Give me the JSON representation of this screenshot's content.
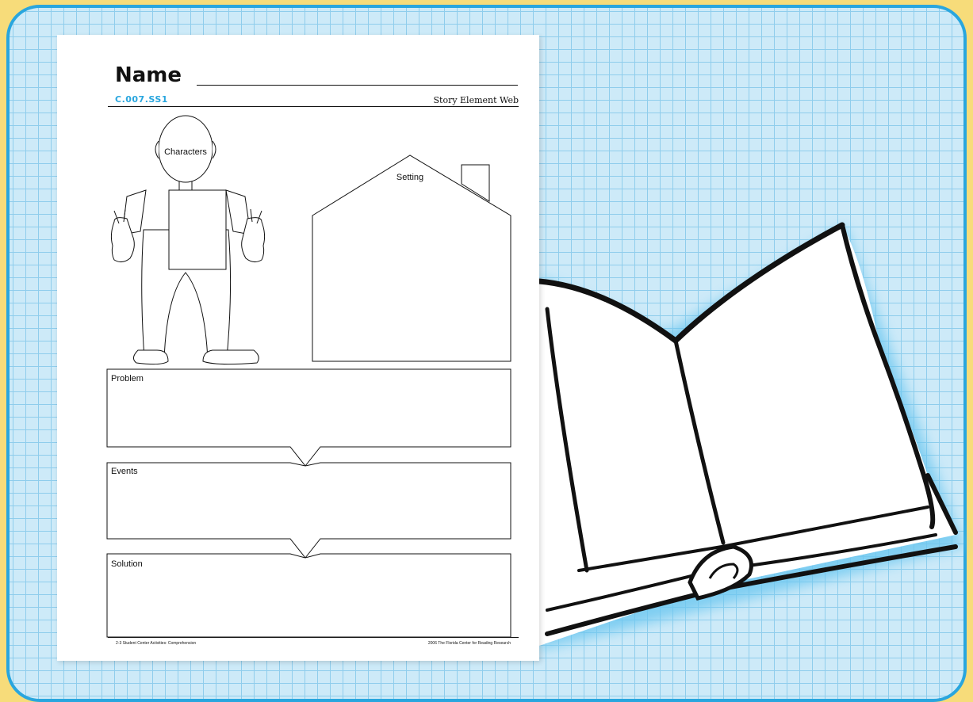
{
  "worksheet": {
    "name_label": "Name",
    "code": "C.007.SS1",
    "title": "Story Element Web",
    "labels": {
      "characters": "Characters",
      "setting": "Setting",
      "problem": "Problem",
      "events": "Events",
      "solution": "Solution"
    },
    "footer_left": "2-3 Student Center Activities: Comprehension",
    "footer_right": "2006 The Florida Center for Reading Research"
  },
  "colors": {
    "background": "#f7dc7a",
    "board_border": "#29a6de",
    "grid_fill": "#cdeaf8",
    "grid_lines": "#8fcdec",
    "code_text": "#29a6de"
  },
  "icons": [
    "open-book-icon",
    "person-outline-icon",
    "house-outline-icon"
  ]
}
